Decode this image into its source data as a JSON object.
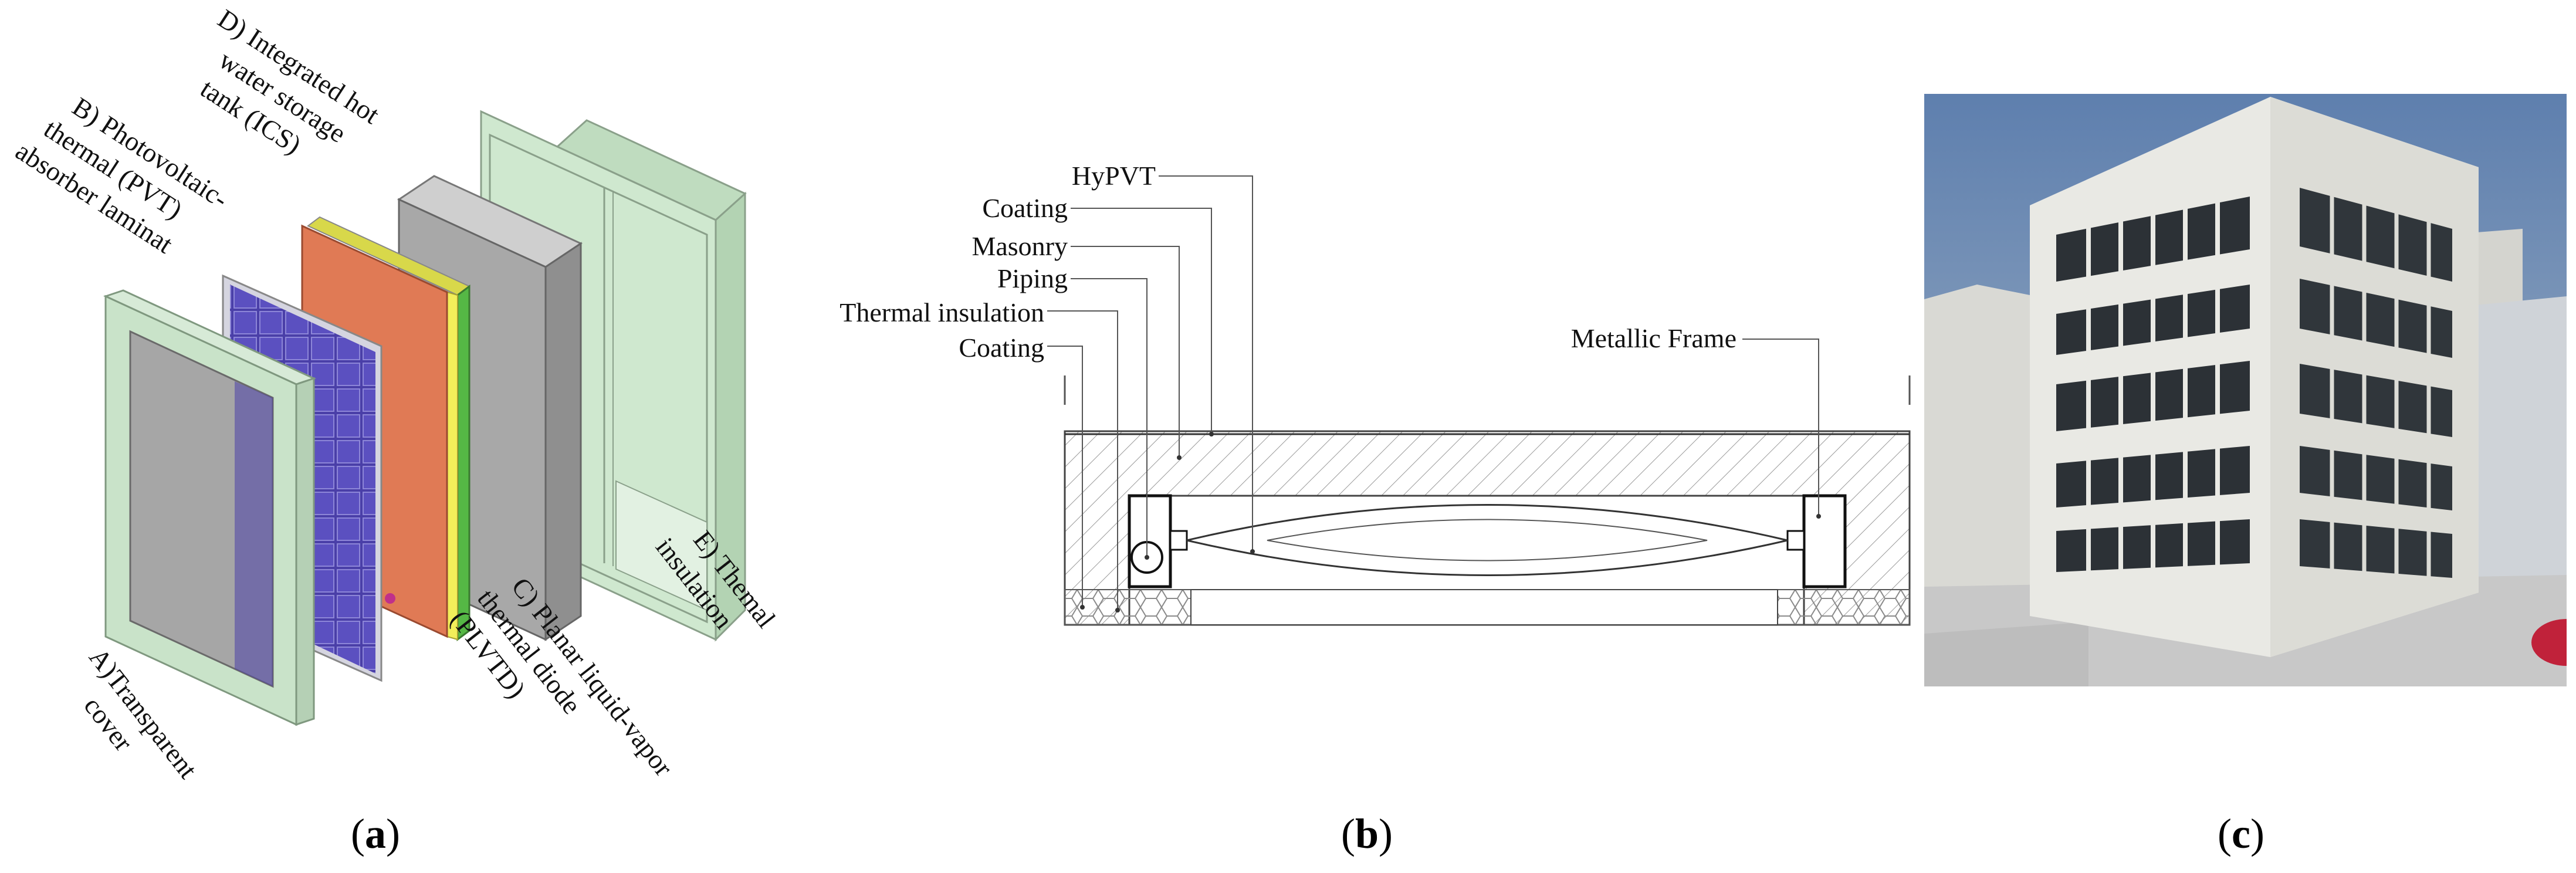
{
  "panel_a": {
    "labels": {
      "a": "A)Transparent cover",
      "b": "B) Photovoltaic-thermal (PVT) absorber laminat",
      "c": "C) Planar liquid-vapor thermal diode (PLVTD)",
      "d": "D) Integrated hot water storage tank (ICS)",
      "e": "E) Themal insulation"
    },
    "lines": {
      "a": [
        "A)Transparent",
        "cover"
      ],
      "b": [
        "B) Photovoltaic-",
        "thermal (PVT)",
        "absorber laminat"
      ],
      "c": [
        "C) Planar liquid-vapor",
        "thermal diode",
        "(PLVTD)"
      ],
      "d": [
        "D) Integrated hot",
        "water storage",
        "tank (ICS)"
      ],
      "e": [
        "E) Themal",
        "insulation"
      ]
    },
    "colors": {
      "frame": "#c9e3c9",
      "pv_cell": "#4a3fa8",
      "diode": "#e07a55",
      "tank": "#a8a8a8",
      "insulation": "#cfe8cf"
    },
    "caption": {
      "open": "(",
      "letter": "a",
      "close": ")"
    }
  },
  "panel_b": {
    "labels": [
      "HyPVT",
      "Coating",
      "Masonry",
      "Piping",
      "Thermal insulation",
      "Coating"
    ],
    "right_label": "Metallic Frame",
    "caption": {
      "open": "(",
      "letter": "b",
      "close": ")"
    }
  },
  "panel_c": {
    "colors": {
      "sky": "#6f8eb8",
      "facade": "#e9e9e4",
      "window": "#2c3136",
      "ground": "#c8c8c8"
    },
    "caption": {
      "open": "(",
      "letter": "c",
      "close": ")"
    }
  }
}
